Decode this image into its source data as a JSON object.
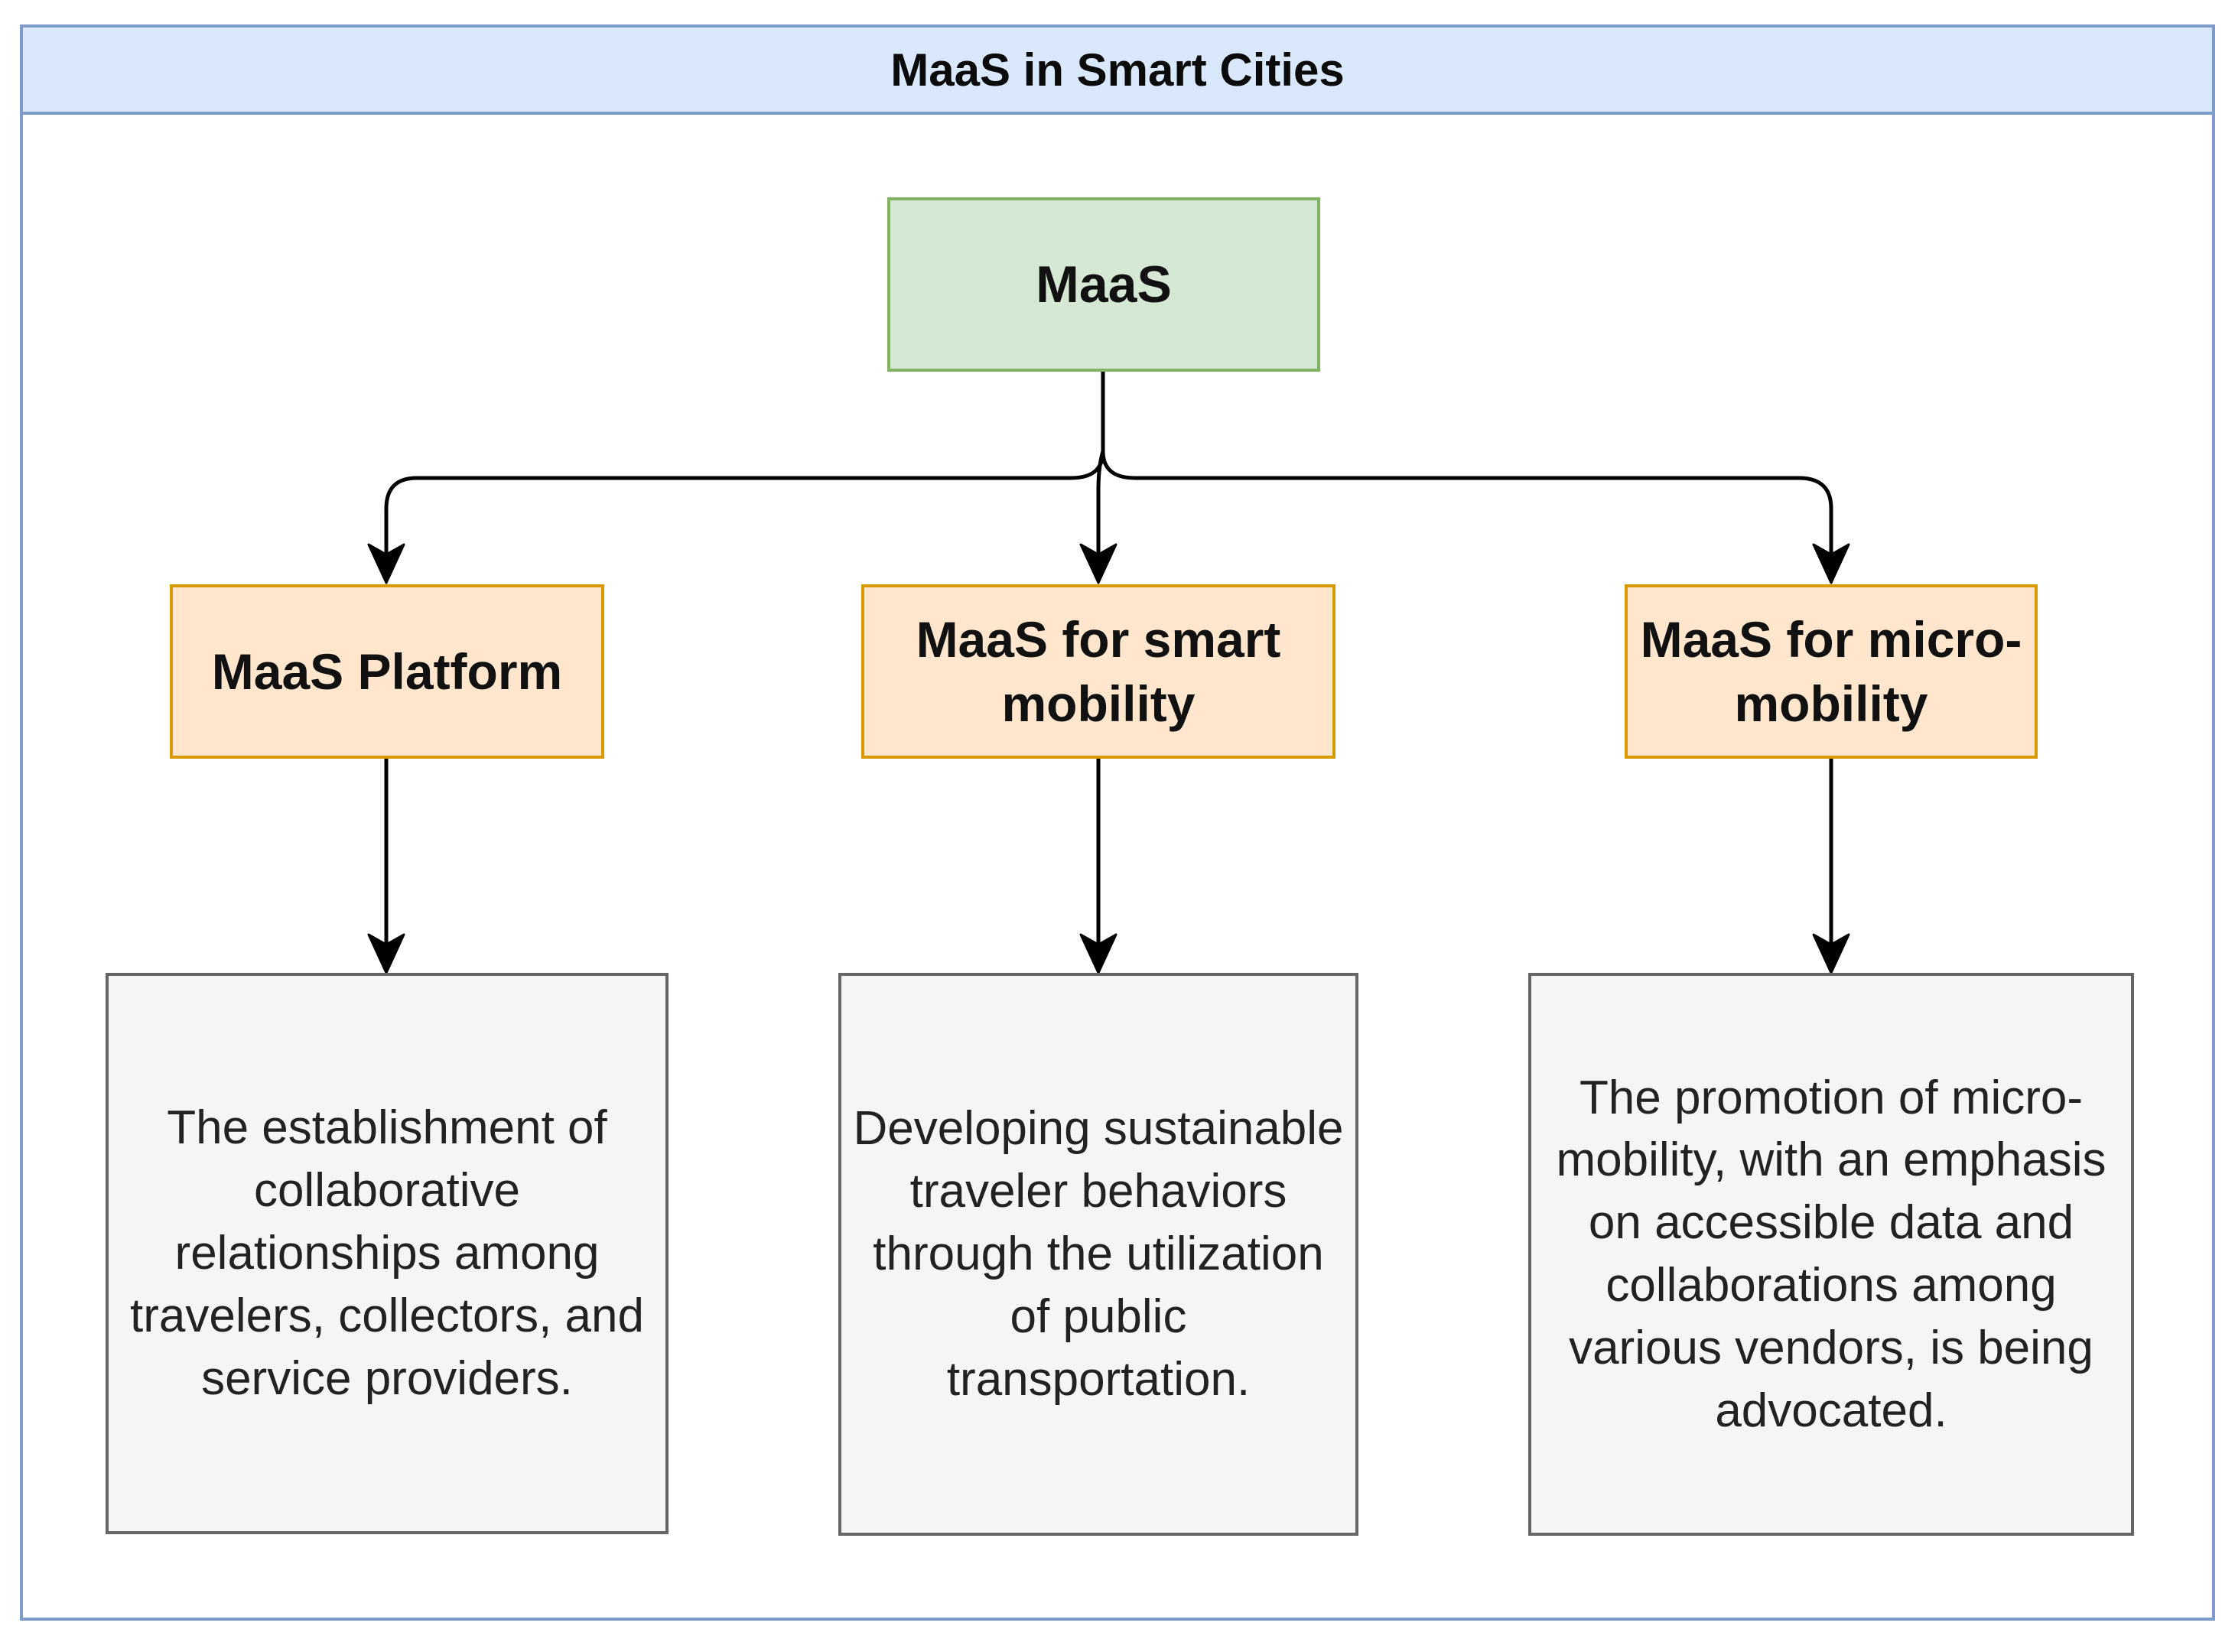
{
  "title": "MaaS in Smart Cities",
  "root": {
    "label": "MaaS"
  },
  "branches": [
    {
      "label": "MaaS Platform",
      "description": "The establishment of collaborative relationships among travelers, collectors, and service providers."
    },
    {
      "label": "MaaS for smart mobility",
      "description": "Developing sustainable traveler behaviors through the utilization of public transportation."
    },
    {
      "label": "MaaS for micro-mobility",
      "description": "The promotion of micro-mobility, with an emphasis on accessible data and collaborations among various vendors, is being advocated."
    }
  ],
  "colors": {
    "frame_border": "#7e9ccb",
    "frame_header": "#dae8fc",
    "root_fill": "#d5e8d4",
    "root_border": "#82b366",
    "category_fill": "#ffe6cc",
    "category_border": "#d79b00",
    "description_fill": "#f5f5f5",
    "description_border": "#666666"
  }
}
